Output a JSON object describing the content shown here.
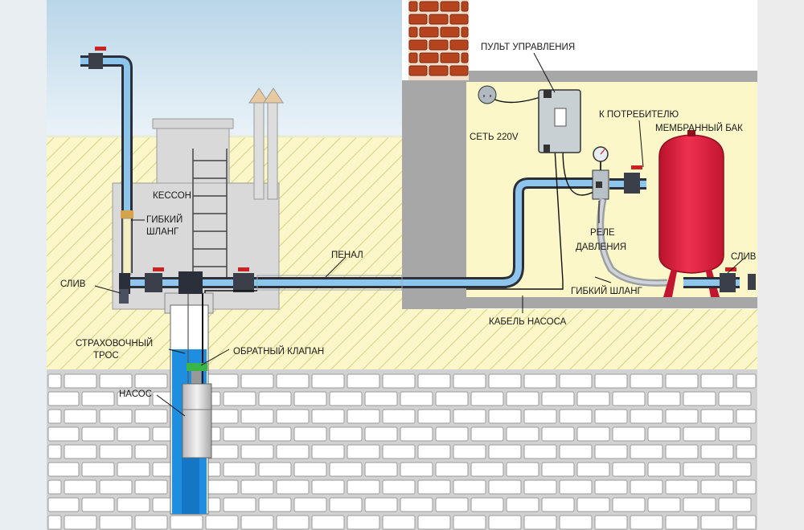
{
  "labels": {
    "control_panel": "ПУЛЬТ УПРАВЛЕНИЯ",
    "network": "СЕТЬ 220V",
    "to_consumer": "К ПОТРЕБИТЕЛЮ",
    "membrane_tank": "МЕМБРАННЫЙ БАК",
    "caisson": "КЕССОН",
    "flex_hose_left_1": "ГИБКИЙ",
    "flex_hose_left_2": "ШЛАНГ",
    "drain_left": "СЛИВ",
    "casing": "ПЕНАЛ",
    "relay_1": "РЕЛЕ",
    "relay_2": "ДАВЛЕНИЯ",
    "drain_right": "СЛИВ",
    "flex_hose_right": "ГИБКИЙ ШЛАНГ",
    "pump_cable": "КАБЕЛЬ НАСОСА",
    "safety_rope_1": "СТРАХОВОЧНЫЙ",
    "safety_rope_2": "ТРОС",
    "check_valve": "ОБРАТНЫЙ КЛАПАН",
    "pump": "НАСОС"
  },
  "colors": {
    "soil": "#fbf7c8",
    "hatch": "#d8cf86",
    "sky": "#cfe3ee",
    "water_pipe": "#8ec5ec",
    "pipe_dark": "#2a2f3a",
    "tank": "#e01f3d",
    "brick": "#b5441f",
    "wall": "#a7a7a7",
    "brick_wall_bg": "#d2d2d2"
  }
}
